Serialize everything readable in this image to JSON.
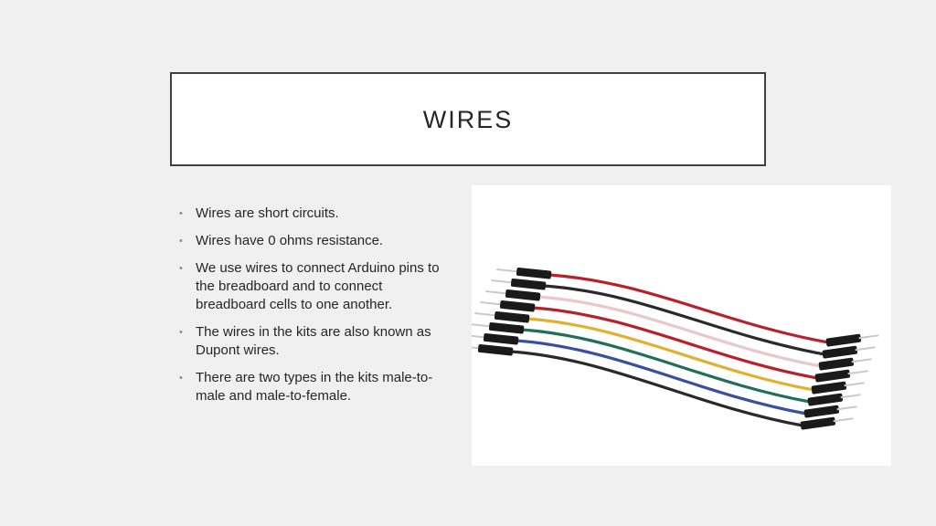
{
  "slide": {
    "title": "WIRES",
    "bullets": [
      "Wires are short circuits.",
      "Wires have 0 ohms resistance.",
      "We use wires to connect Arduino pins to the breadboard and to connect breadboard cells to one another.",
      "The wires in the kits are also known as Dupont wires.",
      "There are two types in the kits male-to-male and male-to-female."
    ],
    "bullet_glyph": "•"
  },
  "image": {
    "subject": "jumper-wires-photo",
    "wire_colors": [
      "#b8202a",
      "#2a2a2a",
      "#e8c8c8",
      "#b8202a",
      "#e0b030",
      "#1f6f5a",
      "#3a4fa0",
      "#2a2a2a"
    ],
    "connector_color": "#1a1a1a",
    "pin_color": "#c9c9c9"
  },
  "colors": {
    "background": "#f0f0f0",
    "title_border": "#404040",
    "text": "#262626"
  }
}
